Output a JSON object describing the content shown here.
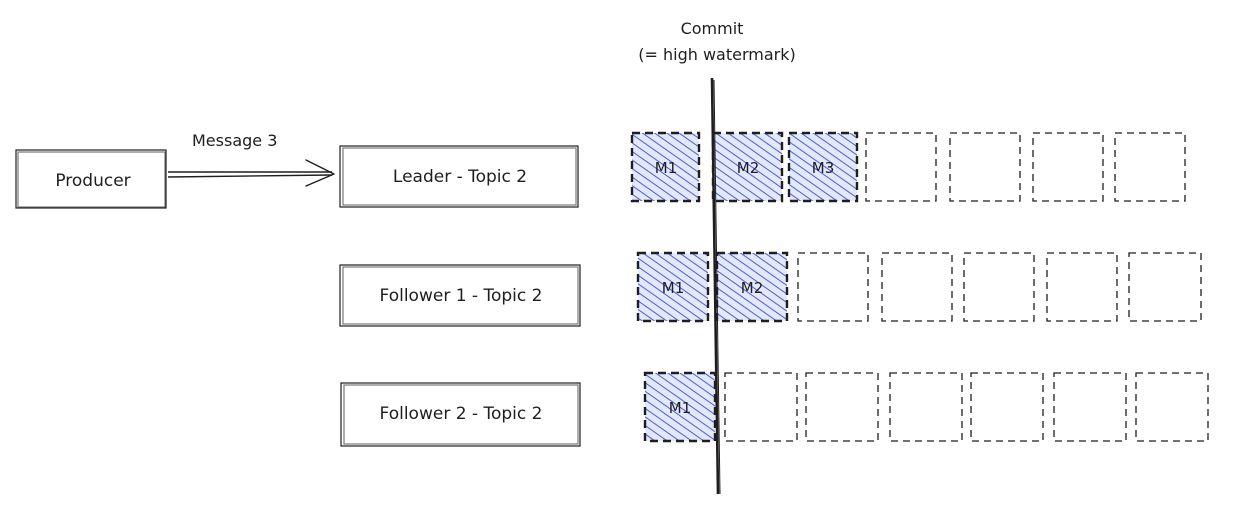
{
  "producer": {
    "label": "Producer"
  },
  "message": {
    "label": "Message 3"
  },
  "commit": {
    "title": "Commit",
    "subtitle": "(= high watermark)"
  },
  "replicas": [
    {
      "label": "Leader - Topic 2",
      "messages": [
        "M1",
        "M2",
        "M3"
      ],
      "total_slots": 7
    },
    {
      "label": "Follower 1 - Topic 2",
      "messages": [
        "M1",
        "M2"
      ],
      "total_slots": 7
    },
    {
      "label": "Follower 2 - Topic 2",
      "messages": [
        "M1"
      ],
      "total_slots": 7
    }
  ],
  "colors": {
    "stroke": "#1e1e1e",
    "hatch": "#4a5fd6",
    "hatch_bg": "#e4e8fb"
  }
}
